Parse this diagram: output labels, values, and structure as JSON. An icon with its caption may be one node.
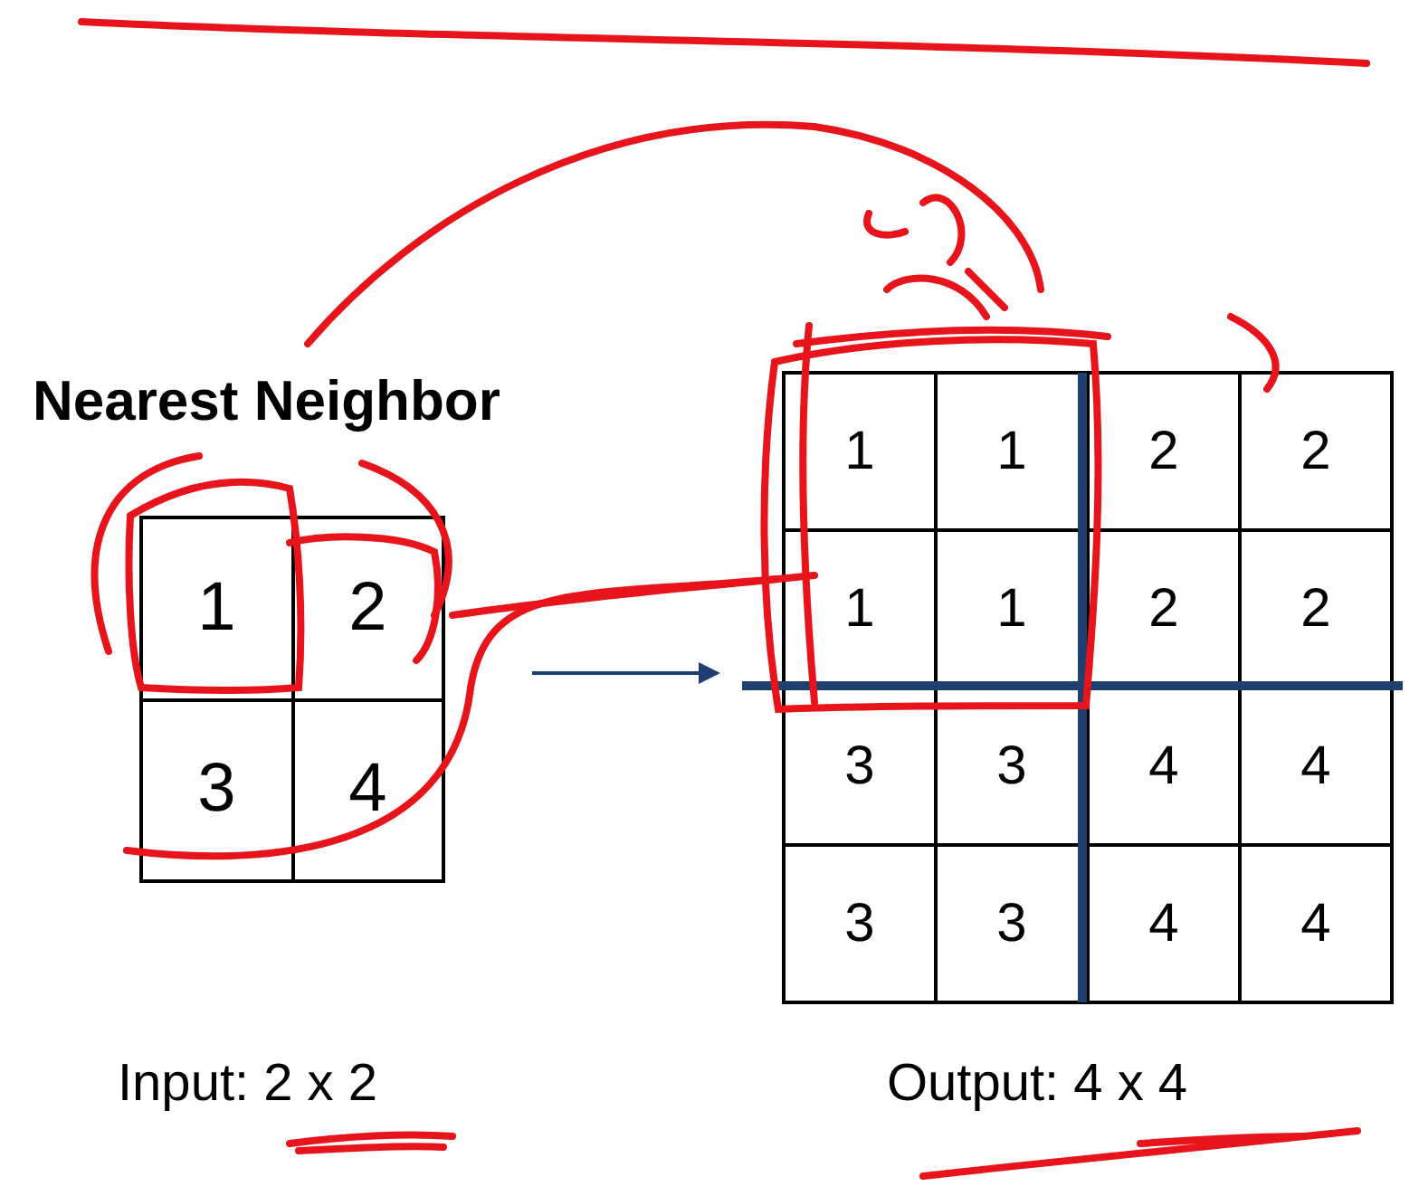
{
  "diagram": {
    "title": "Nearest Neighbor",
    "nodes": [
      {
        "text": [],
        "shape": "box",
        "beside": [
          "Input: 2 x 2"
        ]
      },
      {
        "text": [
          "1"
        ],
        "in": 0
      },
      {
        "text": [
          "2"
        ],
        "in": 0
      },
      {
        "text": [
          "3"
        ],
        "in": 0
      },
      {
        "text": [
          "4"
        ],
        "in": 0
      },
      {
        "text": [],
        "shape": "box",
        "beside": [
          "Output: 4 x 4"
        ]
      },
      {
        "text": [
          "1"
        ],
        "in": 5
      },
      {
        "text": [
          "1"
        ],
        "in": 5
      },
      {
        "text": [
          "2"
        ],
        "in": 5
      },
      {
        "text": [
          "2"
        ],
        "in": 5
      },
      {
        "text": [
          "1"
        ],
        "in": 5
      },
      {
        "text": [
          "1"
        ],
        "in": 5
      },
      {
        "text": [
          "2"
        ],
        "in": 5
      },
      {
        "text": [
          "2"
        ],
        "in": 5
      },
      {
        "text": [
          "3"
        ],
        "in": 5
      },
      {
        "text": [
          "3"
        ],
        "in": 5
      },
      {
        "text": [
          "4"
        ],
        "in": 5
      },
      {
        "text": [
          "4"
        ],
        "in": 5
      },
      {
        "text": [
          "3"
        ],
        "in": 5
      },
      {
        "text": [
          "3"
        ],
        "in": 5
      },
      {
        "text": [
          "4"
        ],
        "in": 5
      },
      {
        "text": [
          "4"
        ],
        "in": 5
      }
    ],
    "edges": [
      {
        "from": 0,
        "to": 5,
        "arrow": "to",
        "color": "#1f3f6e"
      }
    ]
  }
}
